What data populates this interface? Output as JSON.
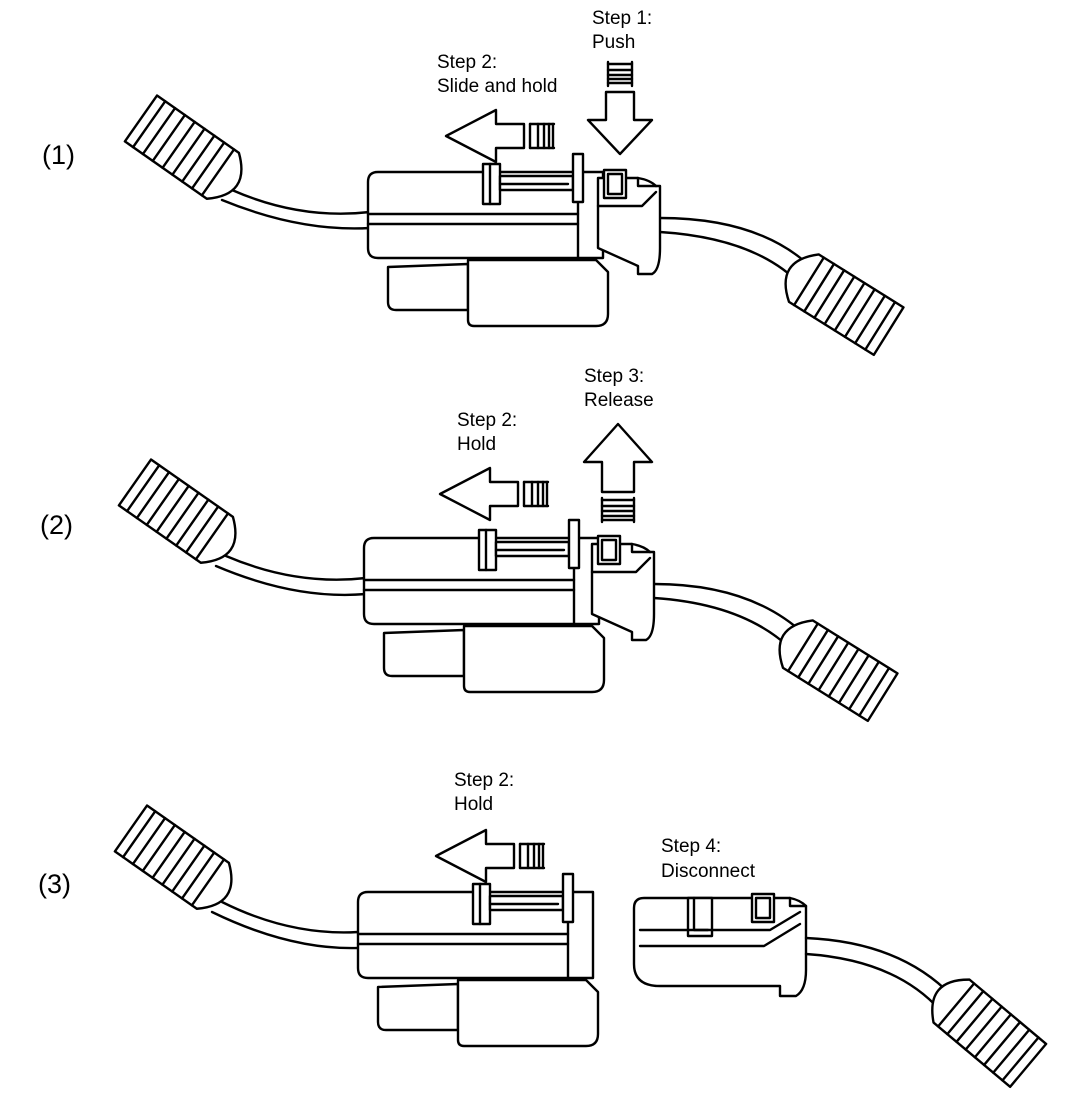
{
  "panels": [
    {
      "number": "(1)",
      "labels": [
        {
          "line1": "Step 2:",
          "line2": "Slide and hold"
        },
        {
          "line1": "Step 1:",
          "line2": "Push"
        }
      ]
    },
    {
      "number": "(2)",
      "labels": [
        {
          "line1": "Step 2:",
          "line2": "Hold"
        },
        {
          "line1": "Step 3:",
          "line2": "Release"
        }
      ]
    },
    {
      "number": "(3)",
      "labels": [
        {
          "line1": "Step 2:",
          "line2": "Hold"
        },
        {
          "line1": "Step 4:",
          "line2": "Disconnect"
        }
      ]
    }
  ]
}
